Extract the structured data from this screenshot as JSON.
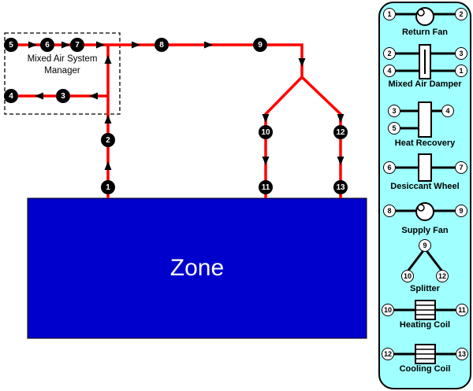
{
  "diagram": {
    "zone": {
      "label": "Zone",
      "color": "#0000CC"
    },
    "manager": {
      "line1": "Mixed Air System",
      "line2": "Manager"
    },
    "line_color": "#FF0000",
    "nodes": {
      "n1": "1",
      "n2": "2",
      "n3": "3",
      "n4": "4",
      "n5": "5",
      "n6": "6",
      "n7": "7",
      "n8": "8",
      "n9": "9",
      "n10": "10",
      "n11": "11",
      "n12": "12",
      "n13": "13"
    }
  },
  "legend": {
    "bg_color": "#A0FFFF",
    "items": [
      {
        "label": "Return Fan",
        "icon": "fan-icon",
        "nodes": [
          "1",
          "2"
        ]
      },
      {
        "label": "Mixed Air Damper",
        "icon": "damper-icon",
        "nodes": [
          "2",
          "3",
          "4",
          "1"
        ]
      },
      {
        "label": "Heat Recovery",
        "icon": "heat-recovery-icon",
        "nodes": [
          "3",
          "4",
          "5"
        ]
      },
      {
        "label": "Desiccant Wheel",
        "icon": "desiccant-wheel-icon",
        "nodes": [
          "6",
          "7"
        ]
      },
      {
        "label": "Supply Fan",
        "icon": "fan-icon",
        "nodes": [
          "8",
          "9"
        ]
      },
      {
        "label": "Splitter",
        "icon": "splitter-icon",
        "nodes": [
          "9",
          "10",
          "12"
        ]
      },
      {
        "label": "Heating Coil",
        "icon": "coil-icon",
        "nodes": [
          "10",
          "11"
        ]
      },
      {
        "label": "Cooling Coil",
        "icon": "coil-icon",
        "nodes": [
          "12",
          "13"
        ]
      }
    ]
  }
}
